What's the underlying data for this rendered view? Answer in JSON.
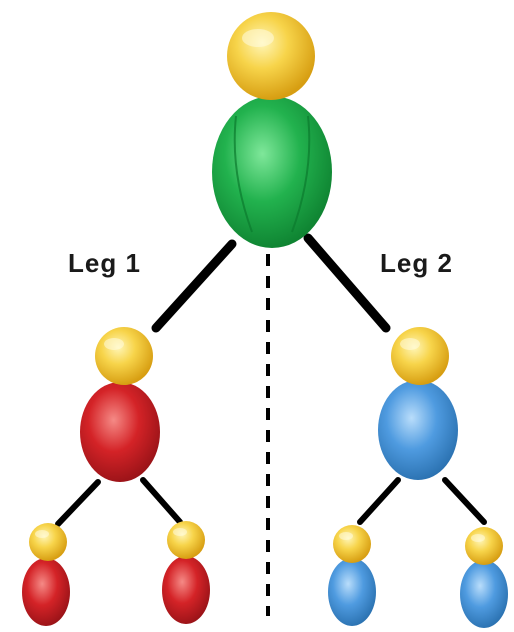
{
  "labels": {
    "leg1": "Leg 1",
    "leg2": "Leg 2"
  },
  "colors": {
    "head": "#f2c531",
    "root_body": "#1fad4a",
    "left_body": "#d5242a",
    "right_body": "#4b97d9",
    "connector": "#000000"
  },
  "nodes": [
    {
      "id": "root",
      "name": "root-person-icon",
      "color": "green",
      "level": 0
    },
    {
      "id": "leg1-parent",
      "name": "leg1-parent-person-icon",
      "color": "red",
      "level": 1
    },
    {
      "id": "leg2-parent",
      "name": "leg2-parent-person-icon",
      "color": "blue",
      "level": 1
    },
    {
      "id": "leg1-child-left",
      "name": "leg1-child-left-person-icon",
      "color": "red",
      "level": 2
    },
    {
      "id": "leg1-child-right",
      "name": "leg1-child-right-person-icon",
      "color": "red",
      "level": 2
    },
    {
      "id": "leg2-child-left",
      "name": "leg2-child-left-person-icon",
      "color": "blue",
      "level": 2
    },
    {
      "id": "leg2-child-right",
      "name": "leg2-child-right-person-icon",
      "color": "blue",
      "level": 2
    }
  ],
  "edges": [
    {
      "from": "root",
      "to": "leg1-parent"
    },
    {
      "from": "root",
      "to": "leg2-parent"
    },
    {
      "from": "leg1-parent",
      "to": "leg1-child-left"
    },
    {
      "from": "leg1-parent",
      "to": "leg1-child-right"
    },
    {
      "from": "leg2-parent",
      "to": "leg2-child-left"
    },
    {
      "from": "leg2-parent",
      "to": "leg2-child-right"
    }
  ]
}
